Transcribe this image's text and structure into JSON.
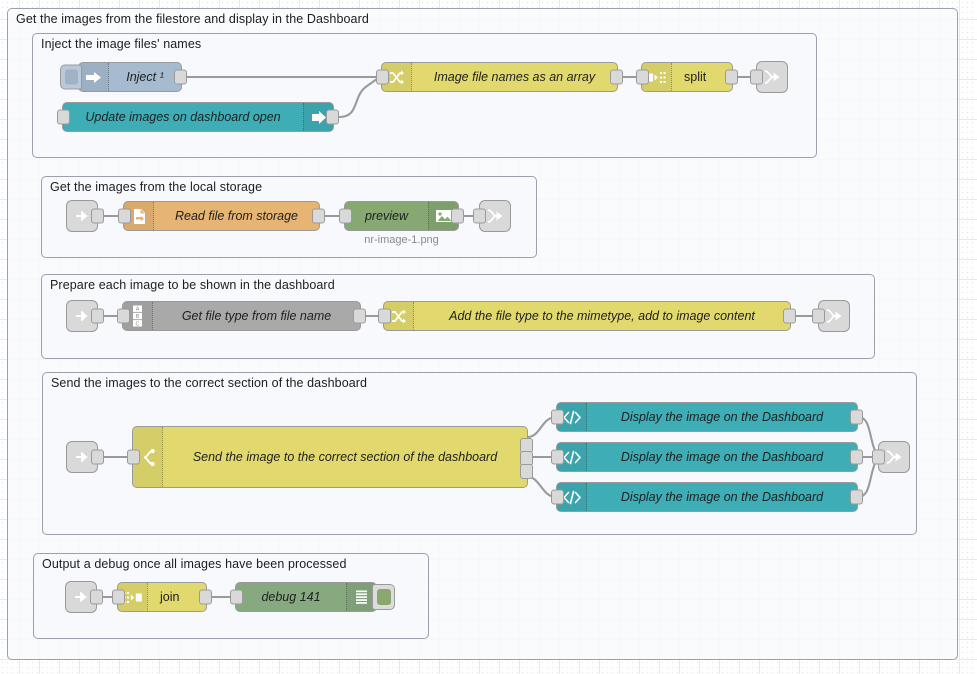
{
  "app": "node-red-flow-editor",
  "colors": {
    "inject": "#a6bbcf",
    "change": "#e2d96e",
    "teal": "#3fadb5",
    "split": "#e2d96e",
    "file_in": "#e6b473",
    "preview": "#86a873",
    "debug": "#87a980",
    "template_grey": "#a9a9a9",
    "switch": "#e2d96e",
    "link": "#d9d9d9",
    "group_border": "#9e9fae",
    "wire": "#9a9a9a"
  },
  "groups": [
    {
      "id": "outer",
      "label": "Get the images from the filestore and display in the Dashboard"
    },
    {
      "id": "inject",
      "label": "Inject the image files' names"
    },
    {
      "id": "storage",
      "label": "Get the images from the local storage"
    },
    {
      "id": "prepare",
      "label": "Prepare each image to be shown in the dashboard"
    },
    {
      "id": "send",
      "label": "Send the images to the correct section of the dashboard"
    },
    {
      "id": "debug",
      "label": "Output a debug once all images have been processed"
    }
  ],
  "nodes": {
    "inject_1": {
      "label": "Inject ¹",
      "icon": "inject-arrow-icon"
    },
    "update_images": {
      "label": "Update images on dashboard open",
      "icon": "dashboard-arrow-icon"
    },
    "image_names": {
      "label": "Image file names as an array",
      "icon": "change-shuffle-icon"
    },
    "split": {
      "label": "split",
      "icon": "split-icon"
    },
    "read_file": {
      "label": "Read file from storage",
      "icon": "file-icon"
    },
    "preview": {
      "label": "preview",
      "icon": "image-icon",
      "caption": "nr-image-1.png"
    },
    "get_file_type": {
      "label": "Get file type from file name",
      "icon": "abc-icon"
    },
    "add_mimetype": {
      "label": "Add the file type to the mimetype, add to image content",
      "icon": "change-shuffle-icon"
    },
    "send_switch": {
      "label": "Send the image to the correct section of the dashboard",
      "icon": "switch-icon"
    },
    "display_1": {
      "label": "Display the image on the Dashboard",
      "icon": "template-code-icon"
    },
    "display_2": {
      "label": "Display the image on the Dashboard",
      "icon": "template-code-icon"
    },
    "display_3": {
      "label": "Display the image on the Dashboard",
      "icon": "template-code-icon"
    },
    "join": {
      "label": "join",
      "icon": "join-icon"
    },
    "debug_141": {
      "label": "debug 141",
      "icon": "debug-lines-icon"
    }
  },
  "link_nodes": [
    {
      "id": "link_out_1",
      "icon": "link-out-icon"
    },
    {
      "id": "link_in_1",
      "icon": "link-in-icon"
    },
    {
      "id": "link_out_2",
      "icon": "link-out-icon"
    },
    {
      "id": "link_in_2",
      "icon": "link-in-icon"
    },
    {
      "id": "link_out_3",
      "icon": "link-out-icon"
    },
    {
      "id": "link_in_3",
      "icon": "link-in-icon"
    },
    {
      "id": "link_out_4",
      "icon": "link-out-icon"
    },
    {
      "id": "link_in_4",
      "icon": "link-in-icon"
    }
  ]
}
